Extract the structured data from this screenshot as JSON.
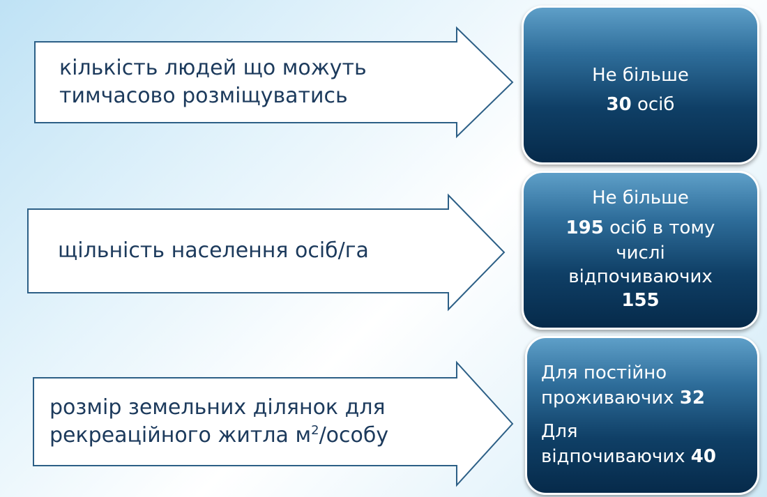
{
  "rows": [
    {
      "label_lines": [
        "кількість людей що можуть",
        "тимчасово розміщуватись"
      ],
      "box": {
        "lines": [
          {
            "parts": [
              {
                "text": "Не більше",
                "bold": false
              }
            ]
          },
          {
            "parts": [
              {
                "text": "30",
                "bold": true
              },
              {
                "text": " осіб",
                "bold": false
              }
            ]
          }
        ]
      }
    },
    {
      "label_lines": [
        "щільність населення осіб/га"
      ],
      "box": {
        "lines": [
          {
            "parts": [
              {
                "text": "Не більше",
                "bold": false
              }
            ]
          },
          {
            "parts": [
              {
                "text": "195",
                "bold": true
              },
              {
                "text": " осіб в тому",
                "bold": false
              }
            ]
          },
          {
            "parts": [
              {
                "text": "числі",
                "bold": false
              }
            ]
          },
          {
            "parts": [
              {
                "text": "відпочиваючих",
                "bold": false
              }
            ]
          },
          {
            "parts": [
              {
                "text": "155",
                "bold": true
              }
            ]
          }
        ]
      }
    },
    {
      "label_lines": [
        "розмір земельних ділянок для",
        "рекреаційного житла м",
        "2",
        "/особу"
      ],
      "box": {
        "lines": [
          {
            "parts": [
              {
                "text": "Для постійно",
                "bold": false
              }
            ]
          },
          {
            "parts": [
              {
                "text": "проживаючих ",
                "bold": false
              },
              {
                "text": "32",
                "bold": true
              }
            ]
          },
          {
            "parts": [
              {
                "text": "Для",
                "bold": false
              }
            ]
          },
          {
            "parts": [
              {
                "text": "відпочиваючих ",
                "bold": false
              },
              {
                "text": "40",
                "bold": true
              }
            ]
          }
        ]
      }
    }
  ]
}
